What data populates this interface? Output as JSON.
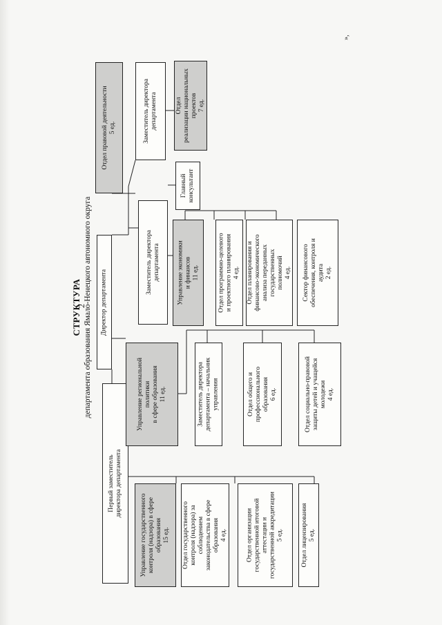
{
  "page_number": "2",
  "corner_mark": "»,",
  "title": "СТРУКТУРА",
  "subtitle": "департамента образования Ямало-Ненецкого автономного округа",
  "boxes": {
    "director": "Директор департамента",
    "first_deputy": "Первый заместитель\nдиректора департамента",
    "legal_dept": "Отдел правовой деятельности\n5 ед.",
    "deputy_top": "Заместитель директора\nдепартамента",
    "natl_projects": "Отдел\nреализации национальных\nпроектов\n7 ед.",
    "chief_consultant": "Главный\nконсультант",
    "deputy_econ": "Заместитель директора\nдепартамента",
    "econ_mgmt": "Управление экономики\nи финансов\n11 ед.",
    "prog_target": "Отдел программно-целевого\nи проектного планирования\n4 ед.",
    "planning": "Отдел планирования и\nфинансово-экономического\nанализа переданных\nгосударственных\nполномочий\n4 ед.",
    "fin_sector": "Сектор финансового\nобеспечения, контроля и\nаудита\n2 ед.",
    "regional_mgmt": "Управление региональной\nполитики\nв сфере образования\n11 ед.",
    "deputy_head": "Заместитель директора\nдепартамента – начальник\nуправления",
    "general_edu": "Отдел общего и\nпрофессионального\nобразования\n6 ед.",
    "social_legal": "Отдел социально-правовой\nзащиты детей и учащейся\nмолодежи\n4 ед.",
    "state_control_mgmt": "Управление государственного\nконтроля (надзора) в сфере\nобразования\n15 ед.",
    "state_control_dept": "Отдел государственного\nконтроля (надзора) за\nсоблюдением\nзаконодательства в сфере\nобразования\n4 ед.",
    "attestation": "Отдел организации\nгосударственной итоговой\nаттестации и\nгосударственной аккредитации\n5 ед.",
    "licensing": "Отдел лицензирования\n5 ед."
  }
}
